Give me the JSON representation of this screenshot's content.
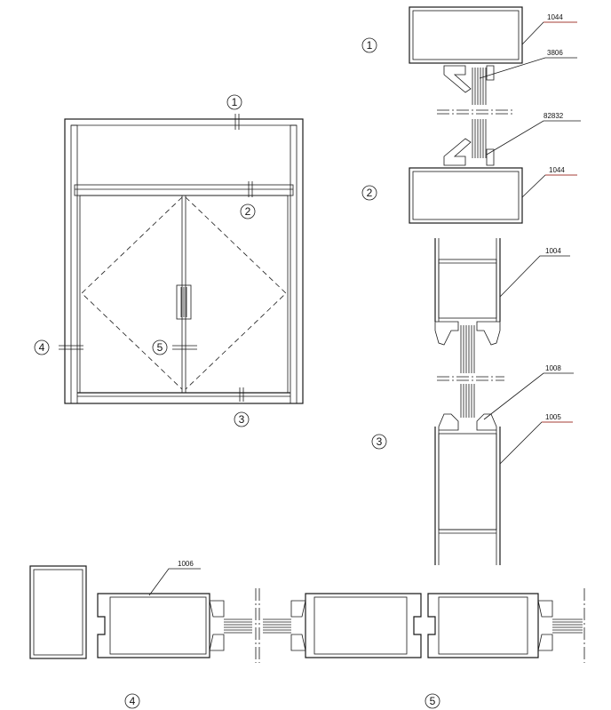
{
  "callouts": {
    "c1": "1",
    "c2": "2",
    "c3": "3",
    "c4": "4",
    "c5": "5"
  },
  "section_labels": {
    "s1": "1",
    "s2": "2",
    "s3": "3",
    "s4": "4",
    "s5": "5"
  },
  "parts": {
    "p1044_top": "1044",
    "p3806": "3806",
    "p82832": "82832",
    "p1044_bot": "1044",
    "p1004": "1004",
    "p1008": "1008",
    "p1005": "1005",
    "p1006": "1006"
  },
  "colors": {
    "line": "#1a1a1a",
    "underline": "#c0392b"
  }
}
